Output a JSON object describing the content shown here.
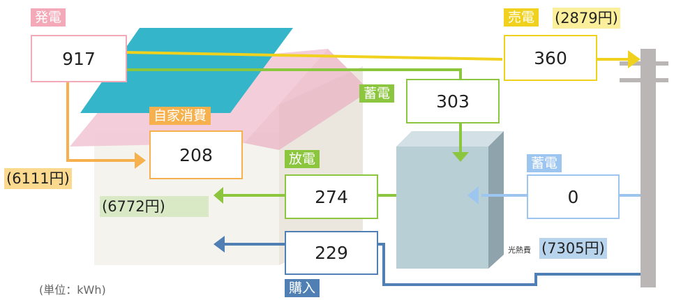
{
  "generation": {
    "label": "発電",
    "value": "917"
  },
  "sale": {
    "label": "売電",
    "value": "360",
    "yen": "(2879円)"
  },
  "storage_charge": {
    "label": "蓄電",
    "value": "303"
  },
  "self_consumption": {
    "label": "自家消費",
    "value": "208",
    "yen": "(6111円)"
  },
  "discharge": {
    "label": "放電",
    "value": "274",
    "yen": "(6772円)"
  },
  "grid_storage": {
    "label": "蓄電",
    "value": "0"
  },
  "purchase": {
    "label": "購入",
    "value": "229"
  },
  "utility": {
    "label": "光熱費",
    "yen": "(7305円)"
  },
  "unit_note": "(単位：kWh)",
  "colors": {
    "generation": "#f4a9b8",
    "sale": "#f0d21e",
    "self": "#f6b14e",
    "charge": "#8cc63f",
    "grid_storage": "#9cc6ef",
    "purchase": "#4f7fb3"
  }
}
